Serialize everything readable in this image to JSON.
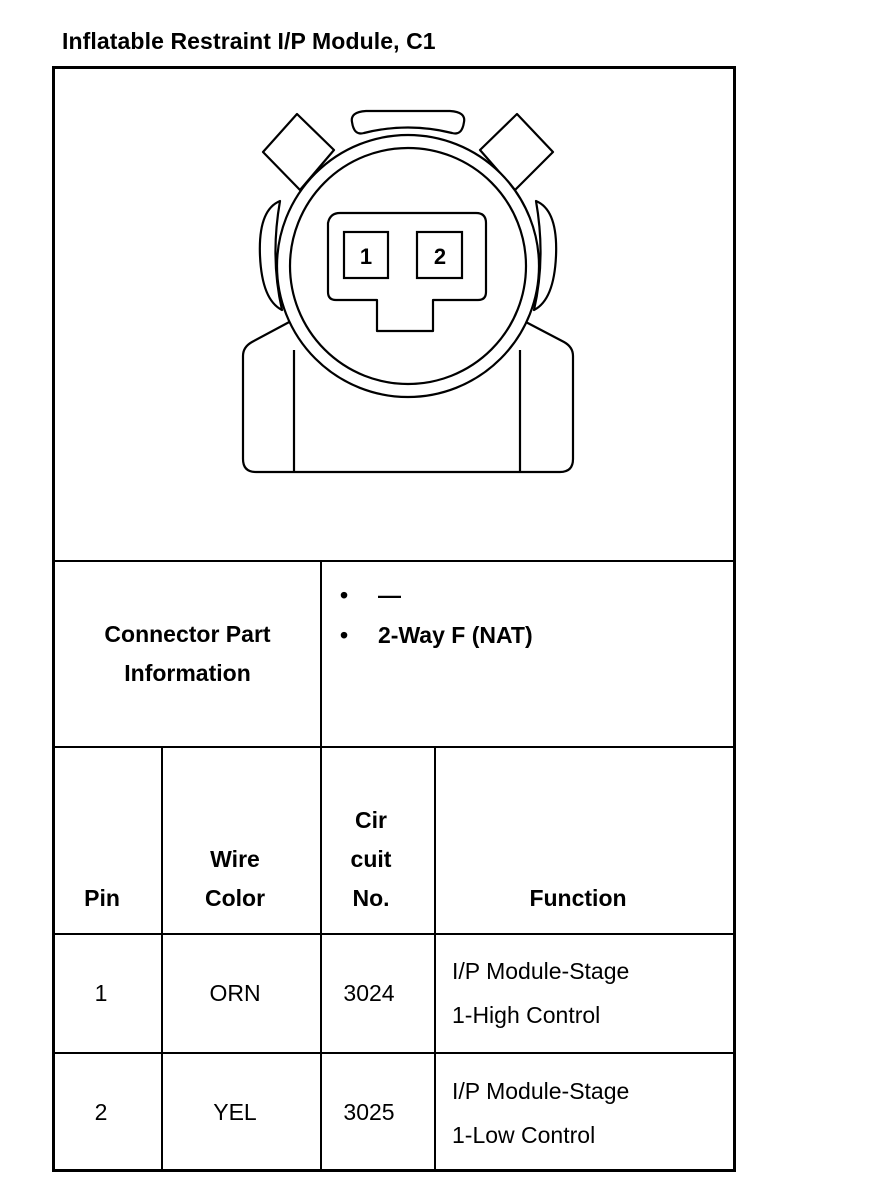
{
  "title": "Inflatable Restraint I/P Module, C1",
  "connector_face": {
    "cavities": [
      "1",
      "2"
    ]
  },
  "part_info": {
    "label_line1": "Connector Part",
    "label_line2": "Information",
    "bullets": [
      "—",
      "2-Way F (NAT)"
    ],
    "bullet_symbol": "•"
  },
  "table": {
    "headers": {
      "pin": "Pin",
      "wire_color_line1": "Wire",
      "wire_color_line2": "Color",
      "circuit_line1": "Cir",
      "circuit_line2": "cuit",
      "circuit_line3": "No.",
      "function": "Function"
    },
    "rows": [
      {
        "pin": "1",
        "wire_color": "ORN",
        "circuit": "3024",
        "function_line1": "I/P Module-Stage",
        "function_line2": "1-High Control"
      },
      {
        "pin": "2",
        "wire_color": "YEL",
        "circuit": "3025",
        "function_line1": "I/P Module-Stage",
        "function_line2": "1-Low Control"
      }
    ]
  }
}
